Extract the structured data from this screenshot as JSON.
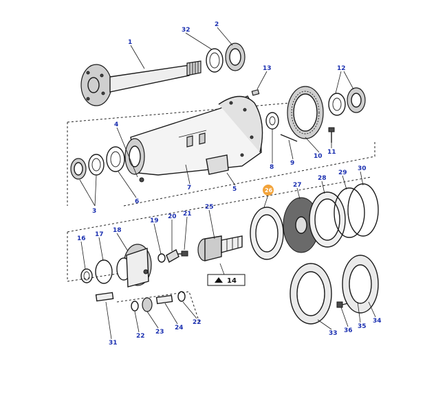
{
  "diagram": {
    "callouts": {
      "c1": "1",
      "c2": "2",
      "c3": "3",
      "c4": "4",
      "c5": "5",
      "c6": "6",
      "c7": "7",
      "c8": "8",
      "c9": "9",
      "c10": "10",
      "c11": "11",
      "c12": "12",
      "c13": "13",
      "c16": "16",
      "c17": "17",
      "c18": "18",
      "c19": "19",
      "c20": "20",
      "c21": "21",
      "c22a": "22",
      "c22b": "22",
      "c23": "23",
      "c24": "24",
      "c25": "25",
      "c26": "26",
      "c27": "27",
      "c28": "28",
      "c29": "29",
      "c30": "30",
      "c31": "31",
      "c32": "32",
      "c33": "33",
      "c34": "34",
      "c35": "35",
      "c36": "36"
    },
    "reference_box": "14",
    "highlight_color": "#f2a33a",
    "callout_color": "#1a2fb0"
  }
}
